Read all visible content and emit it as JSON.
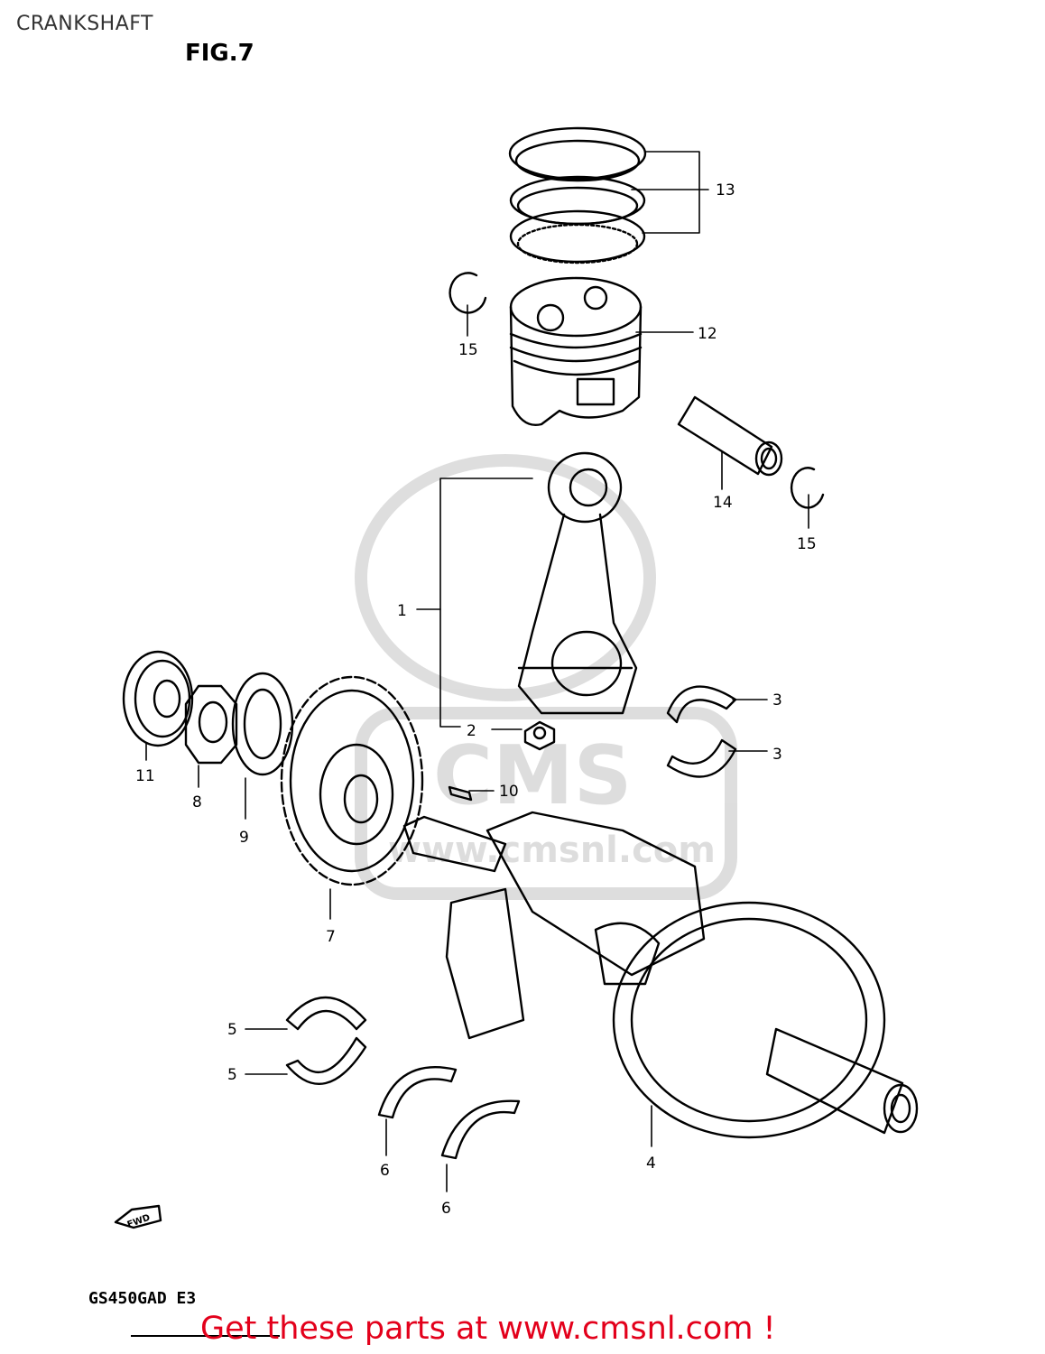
{
  "header": {
    "title": "CRANKSHAFT",
    "figure": "FIG.7"
  },
  "footer": {
    "model": "GS450GAD E3",
    "promo": "Get these parts at www.cmsnl.com !"
  },
  "watermark": {
    "brand": "CMS",
    "url": "www.cmsnl.com"
  },
  "direction_marker": "FWD",
  "callouts": [
    {
      "n": "13",
      "part": "piston ring set"
    },
    {
      "n": "12",
      "part": "piston"
    },
    {
      "n": "15",
      "part": "circlip"
    },
    {
      "n": "14",
      "part": "piston pin"
    },
    {
      "n": "15",
      "part": "circlip"
    },
    {
      "n": "1",
      "part": "connecting rod"
    },
    {
      "n": "2",
      "part": "nut"
    },
    {
      "n": "3",
      "part": "bearing"
    },
    {
      "n": "3",
      "part": "bearing"
    },
    {
      "n": "11",
      "part": "oil seal"
    },
    {
      "n": "8",
      "part": "nut"
    },
    {
      "n": "9",
      "part": "washer"
    },
    {
      "n": "10",
      "part": "key"
    },
    {
      "n": "7",
      "part": "gear"
    },
    {
      "n": "5",
      "part": "bearing"
    },
    {
      "n": "5",
      "part": "bearing"
    },
    {
      "n": "6",
      "part": "thrust washer"
    },
    {
      "n": "6",
      "part": "thrust washer"
    },
    {
      "n": "4",
      "part": "crankshaft"
    }
  ]
}
